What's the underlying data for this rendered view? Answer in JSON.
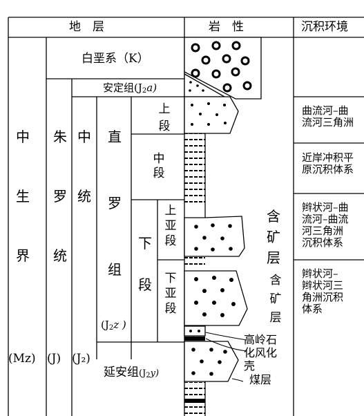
{
  "headers": {
    "strata": "地　层",
    "lithology": "岩　性",
    "environment": "沉积环境"
  },
  "chronostratigraphy": {
    "era": {
      "label": "中生界",
      "code": "(Mz)"
    },
    "system": {
      "label": "朱罗统",
      "code": "(J)"
    },
    "series": {
      "label": "中统",
      "code": "(J₂)"
    }
  },
  "units": {
    "cretaceous": "白垩系（K）",
    "anding": {
      "name": "安定组",
      "code": "(J",
      "sub": "2",
      "suffix": "a)"
    },
    "zhiluo": {
      "name": "直罗组",
      "code": "(J",
      "sub": "2",
      "suffix": "z )"
    },
    "upper_member": "上段",
    "middle_member": "中段",
    "lower_member": "下段",
    "lower_upper_submember": "上亚段",
    "lower_lower_submember": "下亚段",
    "yanan": {
      "name": "延安组",
      "code": "(J",
      "sub": "2",
      "suffix": "y)"
    }
  },
  "lithology_labels": {
    "ore_layer_1": "含矿层",
    "ore_layer_2": "含矿层",
    "kaolin": "高岭石化风化壳",
    "coal": "煤层"
  },
  "environments": {
    "upper": [
      "曲流河–曲",
      "流河三角洲"
    ],
    "middle": [
      "近岸冲积平",
      "原沉积体系"
    ],
    "lower_upper": [
      "辫状河–曲",
      "流河–曲流",
      "河三角洲",
      "沉积体系"
    ],
    "lower_lower": [
      "辫状河–",
      "辫状河三",
      "角洲沉积",
      "体系"
    ]
  }
}
